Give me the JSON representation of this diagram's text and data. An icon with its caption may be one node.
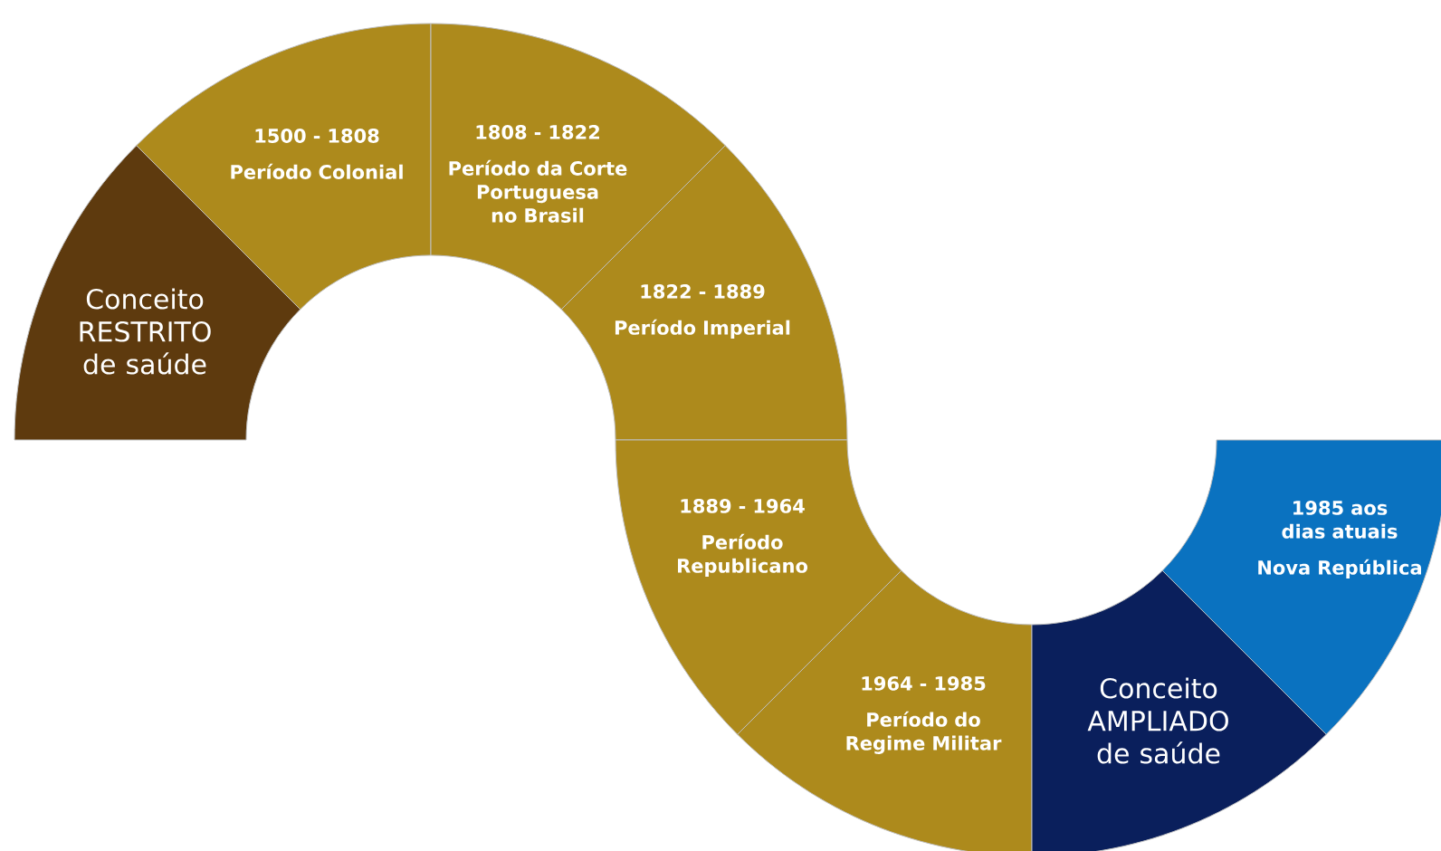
{
  "diagram": {
    "nodes": [
      {
        "text": [
          "Conceito RESTRITO de saúde"
        ]
      },
      {
        "text": [
          "1500 - 1808",
          "Período Colonial"
        ]
      },
      {
        "text": [
          "1808 - 1822",
          "Período da Corte Portuguesa no Brasil"
        ]
      },
      {
        "text": [
          "1822 - 1889",
          "Período Imperial"
        ]
      },
      {
        "text": [
          "1889 - 1964",
          "Período Republicano"
        ]
      },
      {
        "text": [
          "1964 - 1985",
          "Período do Regime Militar"
        ]
      },
      {
        "text": [
          "Conceito AMPLIADO de saúde"
        ]
      },
      {
        "text": [
          "1985 aos dias atuais",
          "Nova República"
        ]
      }
    ]
  }
}
